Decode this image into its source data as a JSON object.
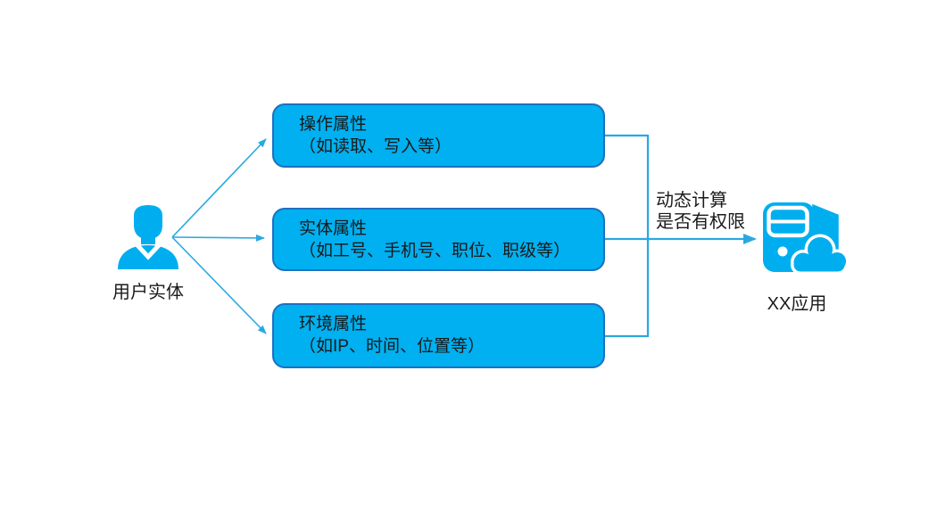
{
  "colors": {
    "box_fill": "#00B0F0",
    "box_border": "#1E70C1",
    "line": "#29A9E1",
    "icon": "#00AEEF",
    "text": "#1A1A1A",
    "bg": "#FFFFFF"
  },
  "diagram": {
    "user": {
      "label": "用户实体",
      "icon": "person-icon"
    },
    "boxes": [
      {
        "title": "操作属性",
        "subtitle": "（如读取、写入等）"
      },
      {
        "title": "实体属性",
        "subtitle": "（如工号、手机号、职位、职级等）"
      },
      {
        "title": "环境属性",
        "subtitle": "（如IP、时间、位置等）"
      }
    ],
    "decision": {
      "line1": "动态计算",
      "line2": "是否有权限"
    },
    "app": {
      "label": "XX应用",
      "icon": "server-cloud-icon"
    }
  }
}
